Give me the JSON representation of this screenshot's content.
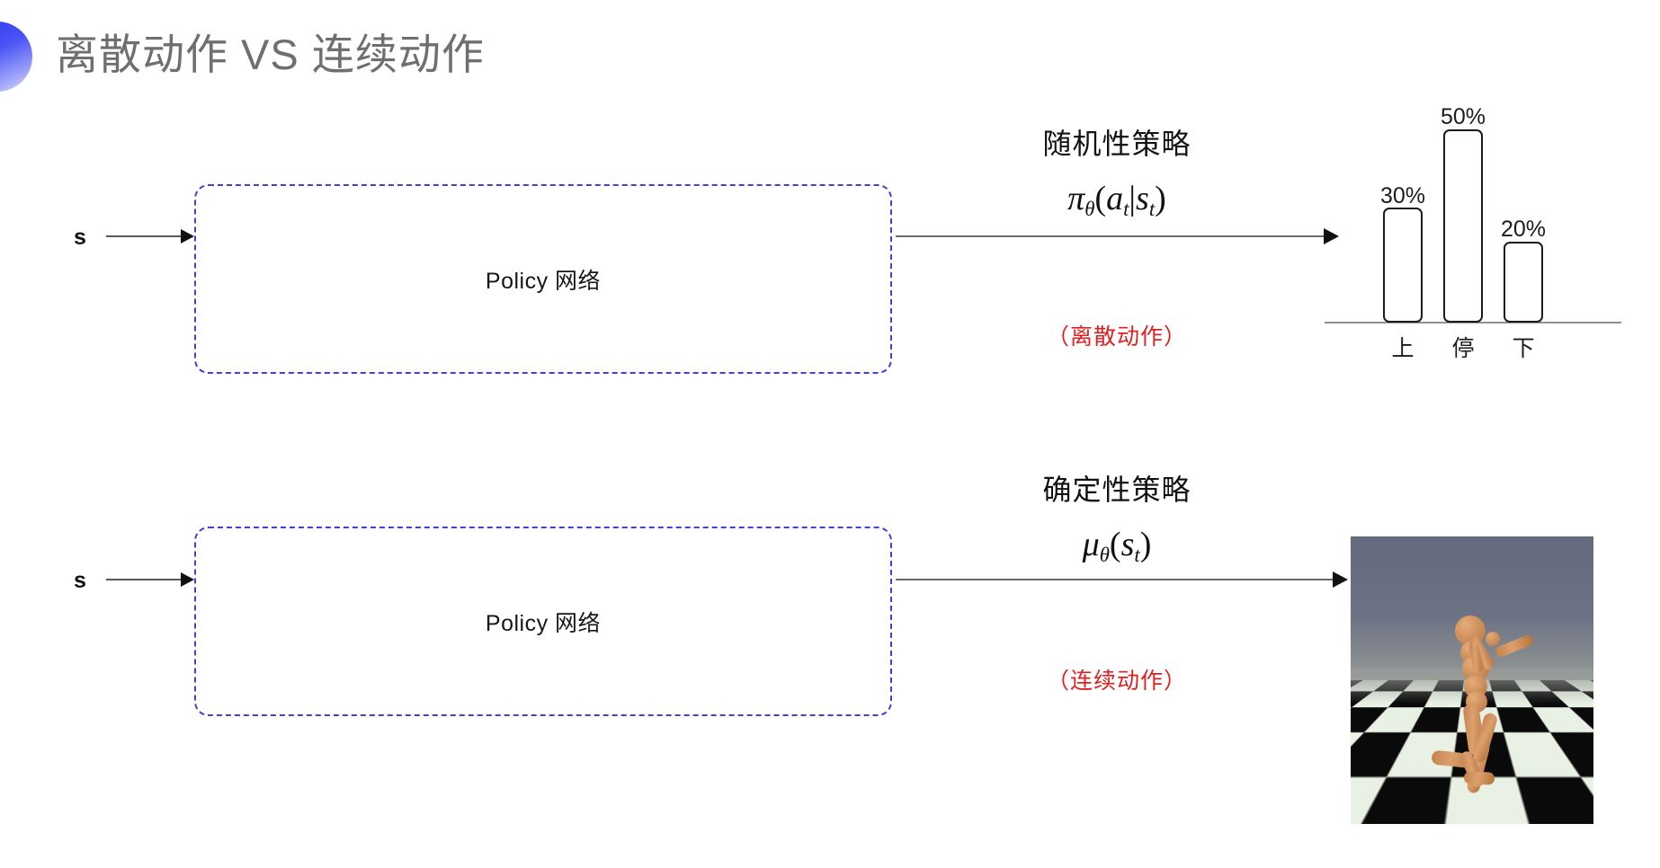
{
  "slide": {
    "title": "离散动作 VS 连续动作",
    "bullet_icon": "half-circle-bullet-icon",
    "accent_color": "#3b45f0",
    "red_color": "#e02020",
    "box_border_color": "#4141d8"
  },
  "top_row": {
    "input_label": "s",
    "box_label": "Policy 网络",
    "policy_kind": "随机性策略",
    "formula": {
      "fn": "π",
      "sub": "θ",
      "args": "(a_t|s_t)",
      "plain": "π_θ(a_t|s_t)"
    },
    "action_note": "（离散动作）"
  },
  "bottom_row": {
    "input_label": "s",
    "box_label": "Policy 网络",
    "policy_kind": "确定性策略",
    "formula": {
      "fn": "μ",
      "sub": "θ",
      "args": "(s_t)",
      "plain": "μ_θ(s_t)"
    },
    "action_note": "（连续动作）",
    "image_caption": "humanoid-simulation-image"
  },
  "chart_data": {
    "type": "bar",
    "title": "",
    "categories": [
      "上",
      "停",
      "下"
    ],
    "values": [
      30,
      50,
      20
    ],
    "value_labels": [
      "30%",
      "50%",
      "20%"
    ],
    "ylim": [
      0,
      60
    ],
    "xlabel": "",
    "ylabel": "",
    "grid": false,
    "legend": "none",
    "bar_style": "outlined-rounded"
  }
}
